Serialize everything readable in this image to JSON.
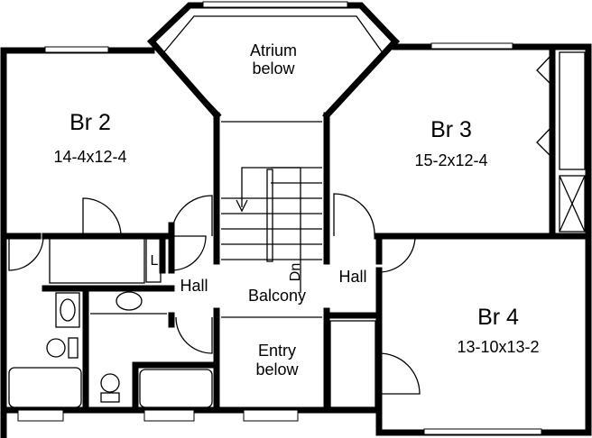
{
  "rooms": {
    "atrium": {
      "name": "Atrium",
      "note": "below"
    },
    "br2": {
      "name": "Br 2",
      "size": "14-4x12-4"
    },
    "br3": {
      "name": "Br 3",
      "size": "15-2x12-4"
    },
    "br4": {
      "name": "Br 4",
      "size": "13-10x13-2"
    },
    "hall_left": {
      "name": "Hall"
    },
    "hall_right": {
      "name": "Hall"
    },
    "balcony": {
      "name": "Balcony"
    },
    "entry": {
      "name": "Entry",
      "note": "below"
    },
    "linen": {
      "name": "L"
    },
    "stairs": {
      "direction": "Dn"
    }
  }
}
